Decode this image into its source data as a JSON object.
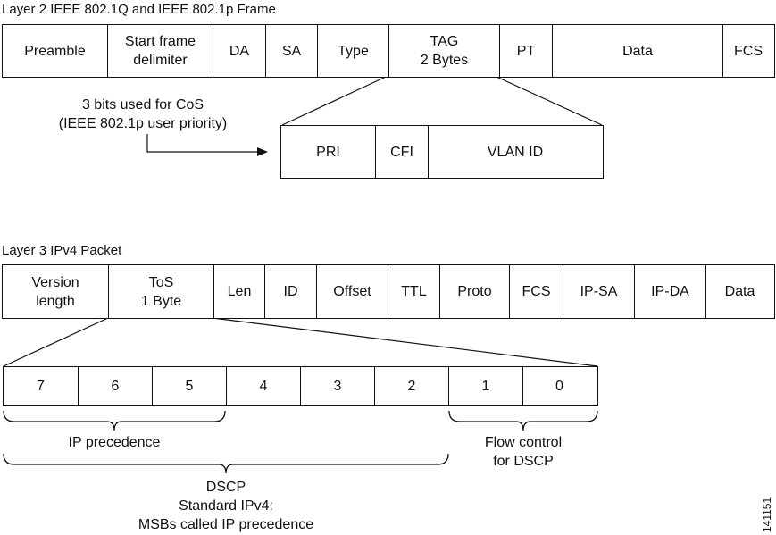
{
  "layer2": {
    "title": "Layer 2 IEEE 802.1Q and IEEE 802.1p Frame",
    "fields": [
      "Preamble",
      "Start frame\ndelimiter",
      "DA",
      "SA",
      "Type",
      "TAG\n2 Bytes",
      "PT",
      "Data",
      "FCS"
    ],
    "tag_fields": [
      "PRI",
      "CFI",
      "VLAN ID"
    ],
    "cos_note": "3 bits used for CoS\n(IEEE 802.1p user priority)"
  },
  "layer3": {
    "title": "Layer 3 IPv4 Packet",
    "fields": [
      "Version\nlength",
      "ToS\n1 Byte",
      "Len",
      "ID",
      "Offset",
      "TTL",
      "Proto",
      "FCS",
      "IP-SA",
      "IP-DA",
      "Data"
    ],
    "tos_bits": [
      "7",
      "6",
      "5",
      "4",
      "3",
      "2",
      "1",
      "0"
    ],
    "ip_precedence": "IP precedence",
    "flow_control": "Flow control\nfor DSCP",
    "dscp": "DSCP\nStandard IPv4:\nMSBs called IP precedence"
  },
  "figure_id": "141151"
}
